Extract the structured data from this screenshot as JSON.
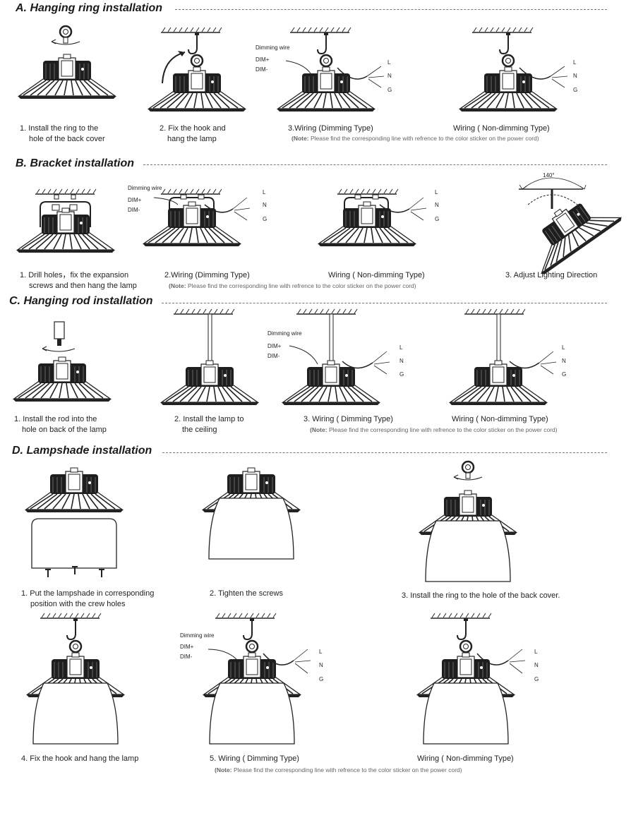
{
  "sections": {
    "a": {
      "title": "A. Hanging ring installation",
      "step1_l1": "1. Install the ring to the",
      "step1_l2": "hole of the back cover",
      "step2_l1": "2. Fix the  hook and",
      "step2_l2": "hang the lamp",
      "step3": "3.Wiring  (Dimming Type)",
      "step4": "Wiring  ( Non-dimming Type)",
      "note_label": "(Note:",
      "note_text": "Please find the corresponding line with refrence to the color sticker on the power cord)"
    },
    "b": {
      "title": "B. Bracket installation",
      "step1_l1": "1. Drill holes，fix the expansion",
      "step1_l2": "screws and then hang the lamp",
      "step2": "2.Wiring  (Dimming Type)",
      "step3": "Wiring  ( Non-dimming Type)",
      "step4": "3. Adjust Lighting Direction",
      "angle": "140°",
      "note_label": "(Note:",
      "note_text": "Please find the corresponding line with refrence to the color sticker on the power cord)"
    },
    "c": {
      "title": "C. Hanging rod installation",
      "step1_l1": "1. Install the rod into the",
      "step1_l2": "hole on back of the lamp",
      "step2_l1": "2. Install the lamp to",
      "step2_l2": "the ceiling",
      "step3": "3. Wiring  ( Dimming Type)",
      "step4": "Wiring  ( Non-dimming Type)",
      "note_label": "(Note:",
      "note_text": "Please find the corresponding line with refrence to the color sticker on the power cord)"
    },
    "d": {
      "title": "D. Lampshade installation",
      "step1_l1": "1. Put the lampshade in corresponding",
      "step1_l2": "position with the crew holes",
      "step2": "2. Tighten the screws",
      "step3": "3. Install the ring to the hole of the back cover.",
      "step4": "4. Fix the  hook and hang the lamp",
      "step5": "5. Wiring  ( Dimming  Type)",
      "step6": "Wiring  ( Non-dimming  Type)",
      "note_label": "(Note:",
      "note_text": "Please find the corresponding line with refrence to the color sticker on the power cord)"
    }
  },
  "wires": {
    "dimming": "Dimming wire",
    "dim_plus": "DIM+",
    "dim_minus": "DIM-",
    "l": "L",
    "n": "N",
    "g": "G"
  }
}
